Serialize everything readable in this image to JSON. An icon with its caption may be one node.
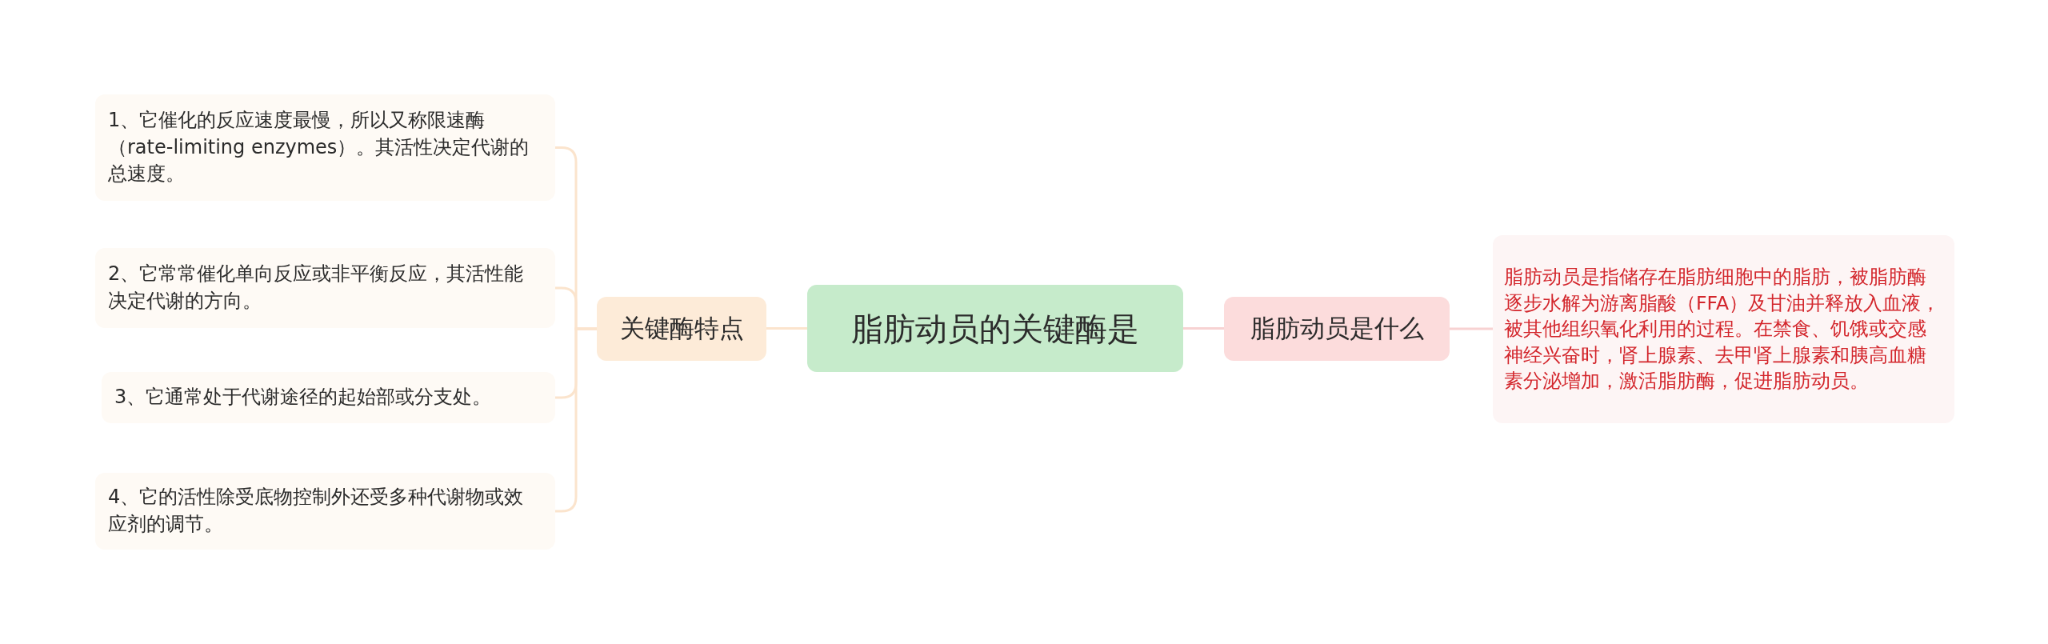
{
  "diagram": {
    "nodes": [
      {
        "text": [
          "脂肪动员的关键酶是"
        ]
      },
      {
        "text": [
          "关键酶特点"
        ]
      },
      {
        "text": [
          "1、它催化的反应速度最慢，所以又称限速酶（rate-limiting enzymes）。其活性决定代谢的总速度。"
        ]
      },
      {
        "text": [
          "2、它常常催化单向反应或非平衡反应，其活性能决定代谢的方向。"
        ]
      },
      {
        "text": [
          "3、它通常处于代谢途径的起始部或分支处。"
        ]
      },
      {
        "text": [
          "4、它的活性除受底物控制外还受多种代谢物或效应剂的调节。"
        ]
      },
      {
        "text": [
          "脂肪动员是什么"
        ]
      },
      {
        "text": [
          "脂肪动员是指储存在脂肪细胞中的脂肪，被脂肪酶逐步水解为游离脂酸（FFA）及甘油并释放入血液，被其他组织氧化利用的过程。在禁食、饥饿或交感神经兴奋时，肾上腺素、去甲肾上腺素和胰高血糖素分泌增加，激活脂肪酶，促进脂肪动员。"
        ]
      }
    ],
    "edges": [
      {
        "from": 0,
        "to": 1,
        "arrow": "none"
      },
      {
        "from": 1,
        "to": 2,
        "arrow": "none"
      },
      {
        "from": 1,
        "to": 3,
        "arrow": "none"
      },
      {
        "from": 1,
        "to": 4,
        "arrow": "none"
      },
      {
        "from": 1,
        "to": 5,
        "arrow": "none"
      },
      {
        "from": 0,
        "to": 6,
        "arrow": "none",
        "color": "#f7d2d2"
      },
      {
        "from": 6,
        "to": 7,
        "arrow": "none",
        "color": "#f7d2d2"
      }
    ]
  }
}
